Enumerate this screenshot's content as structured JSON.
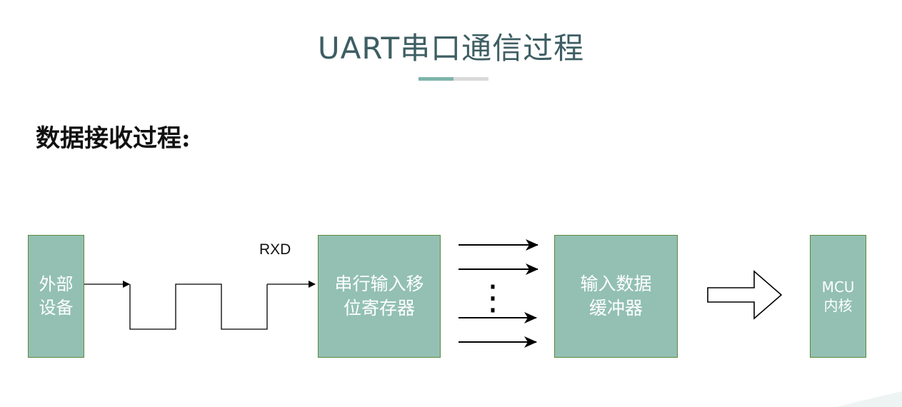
{
  "header": {
    "title": "UART串口通信过程"
  },
  "section": {
    "heading": "数据接收过程:"
  },
  "diagram": {
    "external_device": "外部设备",
    "signal_label": "RXD",
    "shift_register": "串行输入移位寄存器",
    "input_buffer": "输入数据缓冲器",
    "mcu_core": "MCU内核",
    "ellipsis": "⋮"
  },
  "colors": {
    "title": "#3e5e63",
    "box_fill": "#93c0b3",
    "box_border": "#5b8a3c",
    "accent_teal": "#7fb5ab",
    "accent_grey": "#d9d9d9"
  }
}
